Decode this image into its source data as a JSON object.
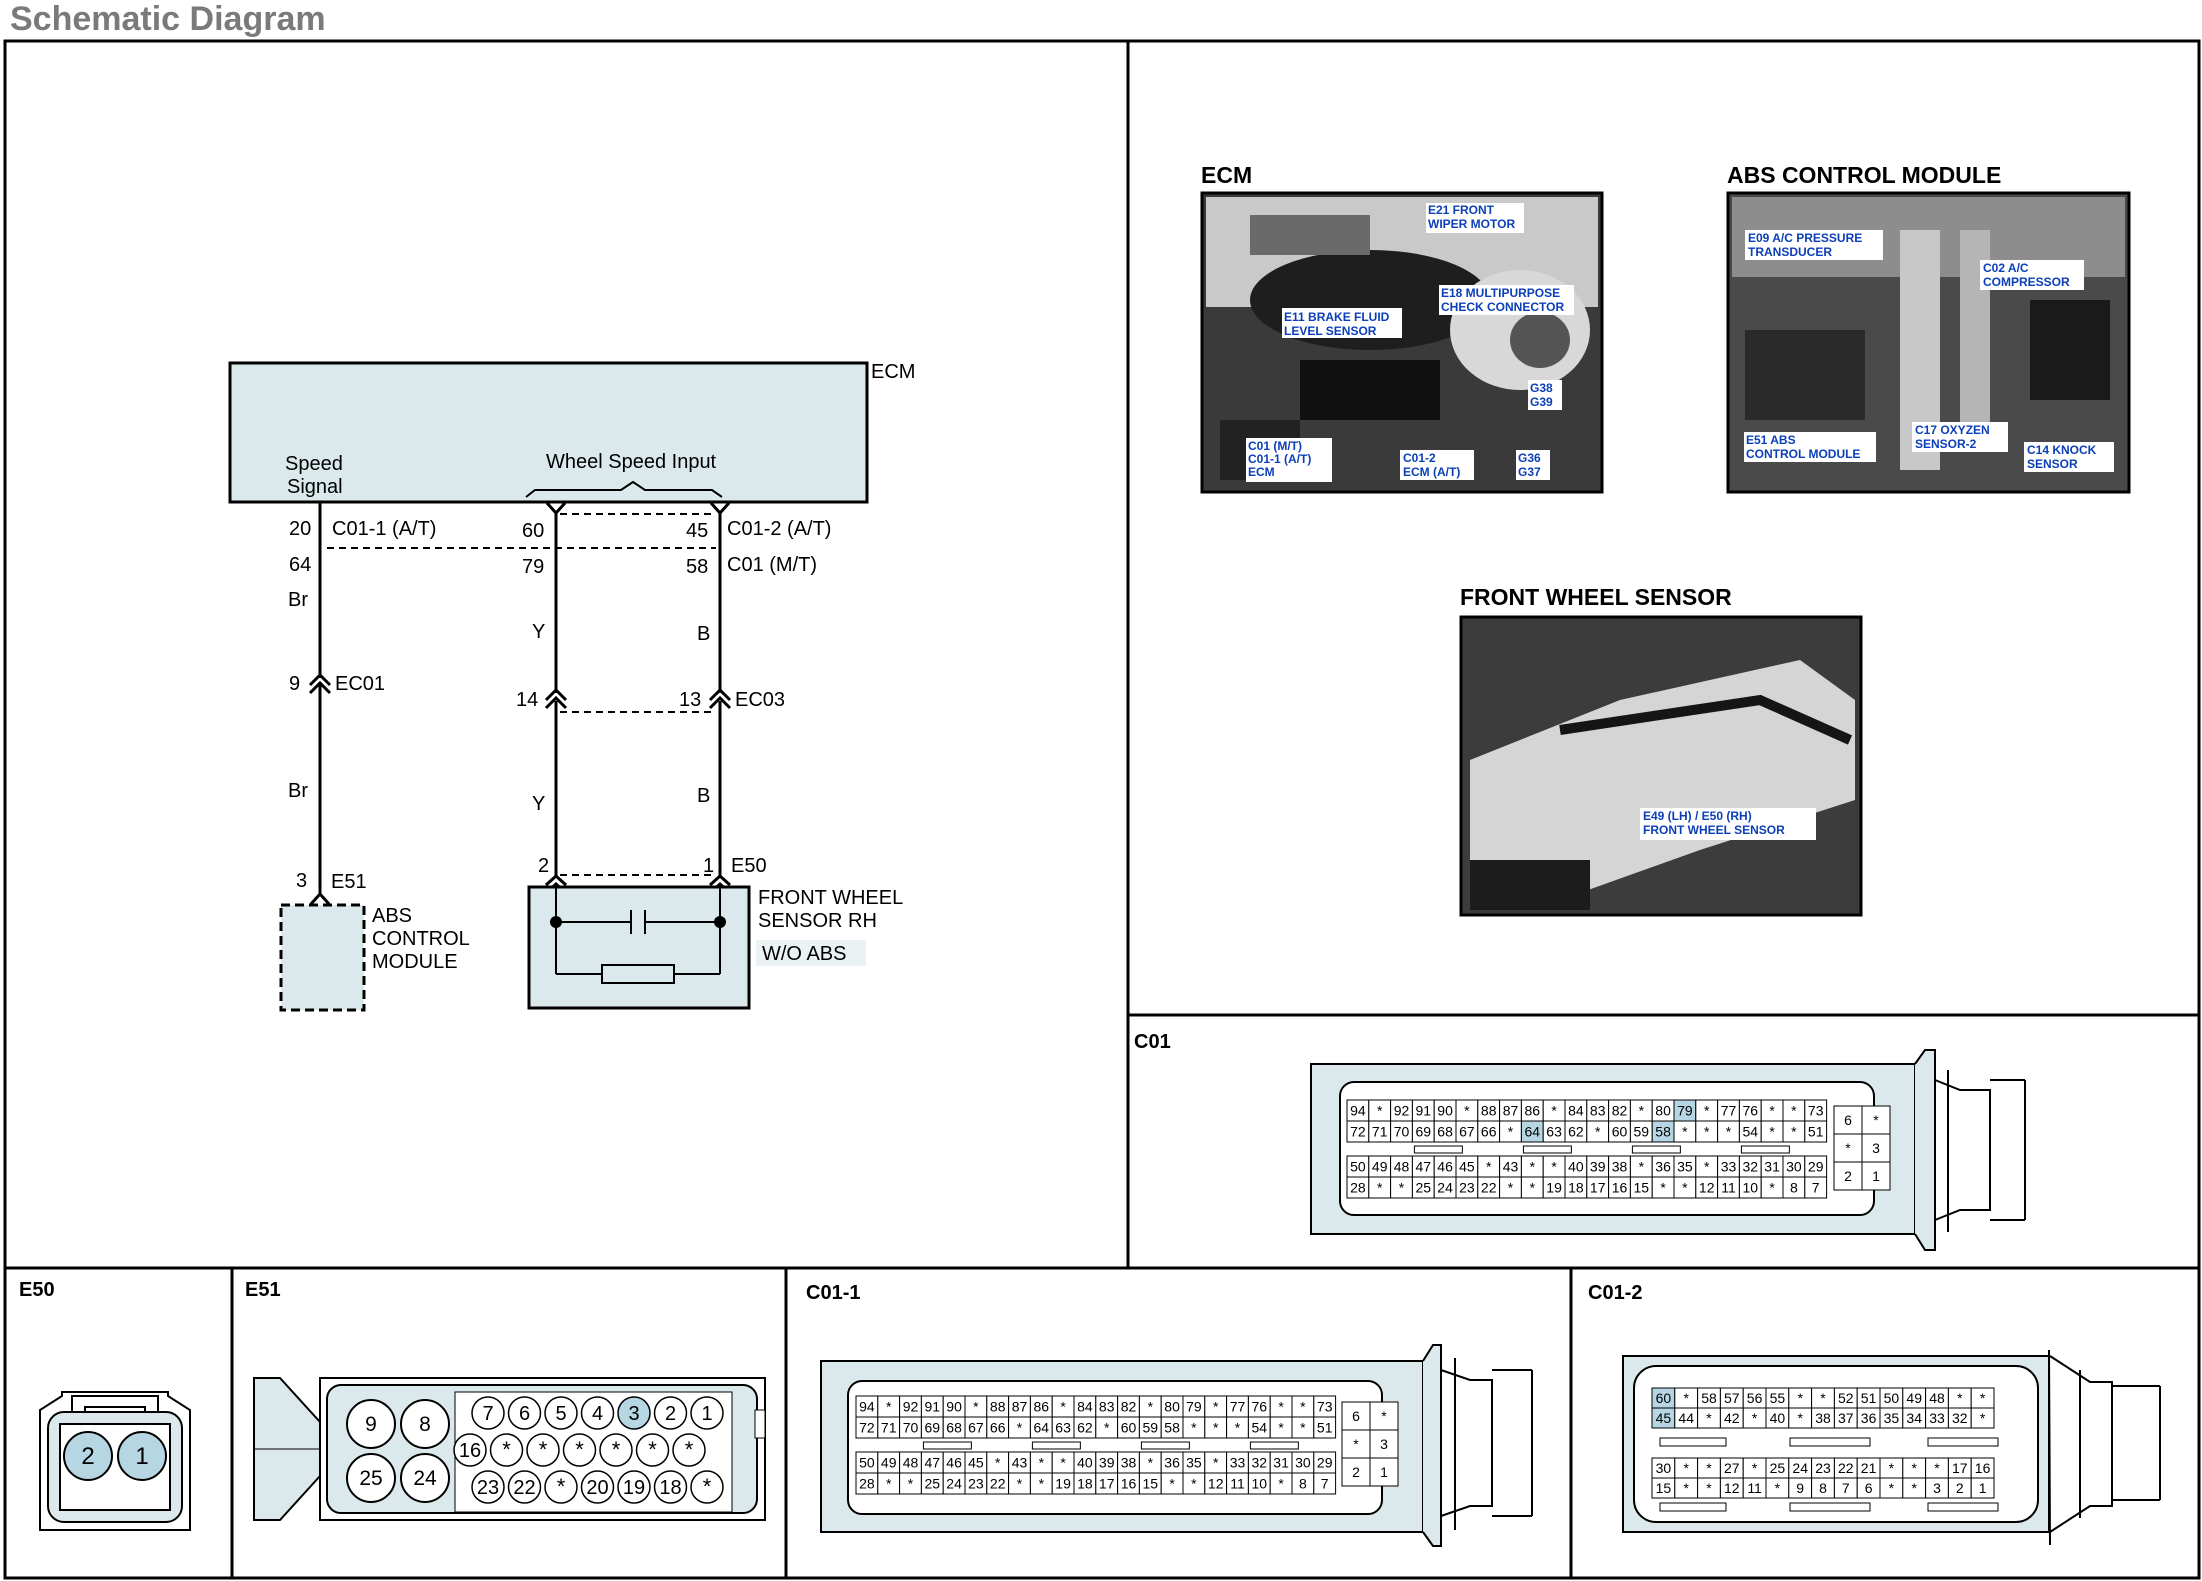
{
  "page": {
    "title": "Schematic Diagram"
  },
  "schematic": {
    "ecm": {
      "name": "ECM",
      "speed_signal": [
        "Speed",
        "Signal"
      ],
      "wheel_speed_input": "Wheel Speed Input"
    },
    "pins": {
      "p20": "20",
      "c01_1_at": "C01-1 (A/T)",
      "p64": "64",
      "p60": "60",
      "p79": "79",
      "p45": "45",
      "c01_2_at": "C01-2 (A/T)",
      "p58": "58",
      "c01_mt": "C01 (M/T)",
      "p9": "9",
      "ec01": "EC01",
      "p14": "14",
      "p13": "13",
      "ec03": "EC03",
      "p3": "3",
      "e51": "E51",
      "p2": "2",
      "p1": "1",
      "e50": "E50"
    },
    "wire_colors": {
      "br1": "Br",
      "br2": "Br",
      "y1": "Y",
      "y2": "Y",
      "b1": "B",
      "b2": "B"
    },
    "abs_module": [
      "ABS",
      "CONTROL",
      "MODULE"
    ],
    "front_wheel_sensor": [
      "FRONT WHEEL",
      "SENSOR RH"
    ],
    "wo_abs": "W/O ABS"
  },
  "photos": {
    "ecm": {
      "title": "ECM",
      "callouts": {
        "e21": [
          "E21 FRONT",
          "WIPER MOTOR"
        ],
        "e18": [
          "E18 MULTIPURPOSE",
          "CHECK CONNECTOR"
        ],
        "e11": [
          "E11 BRAKE FLUID",
          "LEVEL SENSOR"
        ],
        "g38": [
          "G38",
          "G39"
        ],
        "c01": [
          "C01 (M/T)",
          "C01-1 (A/T)",
          "ECM"
        ],
        "c012": [
          "C01-2",
          "ECM (A/T)"
        ],
        "g36": [
          "G36",
          "G37"
        ]
      }
    },
    "abs": {
      "title": "ABS CONTROL MODULE",
      "callouts": {
        "e09": [
          "E09 A/C PRESSURE",
          "TRANSDUCER"
        ],
        "c02": [
          "C02 A/C",
          "COMPRESSOR"
        ],
        "e51": [
          "E51 ABS",
          "CONTROL MODULE"
        ],
        "c17": [
          "C17 OXYZEN",
          "SENSOR-2"
        ],
        "c14": [
          "C14 KNOCK",
          "SENSOR"
        ]
      }
    },
    "fws": {
      "title": "FRONT WHEEL SENSOR",
      "callouts": {
        "e49": [
          "E49 (LH) / E50 (RH)",
          "FRONT WHEEL SENSOR"
        ]
      }
    }
  },
  "connectors": {
    "c01": {
      "label": "C01",
      "rows": [
        [
          "94",
          "*",
          "92",
          "91",
          "90",
          "*",
          "88",
          "87",
          "86",
          "*",
          "84",
          "83",
          "82",
          "*",
          "80",
          "79",
          "*",
          "77",
          "76",
          "*",
          "*",
          "73"
        ],
        [
          "72",
          "71",
          "70",
          "69",
          "68",
          "67",
          "66",
          "*",
          "64",
          "63",
          "62",
          "*",
          "60",
          "59",
          "58",
          "*",
          "*",
          "*",
          "54",
          "*",
          "*",
          "51"
        ],
        [
          "50",
          "49",
          "48",
          "47",
          "46",
          "45",
          "*",
          "43",
          "*",
          "*",
          "40",
          "39",
          "38",
          "*",
          "36",
          "35",
          "*",
          "33",
          "32",
          "31",
          "30",
          "29"
        ],
        [
          "28",
          "*",
          "*",
          "25",
          "24",
          "23",
          "22",
          "*",
          "*",
          "19",
          "18",
          "17",
          "16",
          "15",
          "*",
          "*",
          "12",
          "11",
          "10",
          "*",
          "8",
          "7"
        ]
      ],
      "side": [
        [
          "6",
          "*"
        ],
        [
          "*",
          "3"
        ],
        [
          "2",
          "1"
        ]
      ],
      "highlight": [
        "64",
        "58",
        "79"
      ]
    },
    "e50": {
      "label": "E50",
      "pins": [
        "2",
        "1"
      ]
    },
    "e51": {
      "label": "E51",
      "big": [
        "9",
        "8",
        "25",
        "24"
      ],
      "row1": [
        "7",
        "6",
        "5",
        "4",
        "3",
        "2",
        "1"
      ],
      "row2": [
        "16",
        "*",
        "*",
        "*",
        "*",
        "*",
        "*"
      ],
      "row3": [
        "23",
        "22",
        "*",
        "20",
        "19",
        "18",
        "*"
      ],
      "highlight": [
        "3"
      ]
    },
    "c01_1": {
      "label": "C01-1",
      "rows": [
        [
          "94",
          "*",
          "92",
          "91",
          "90",
          "*",
          "88",
          "87",
          "86",
          "*",
          "84",
          "83",
          "82",
          "*",
          "80",
          "79",
          "*",
          "77",
          "76",
          "*",
          "*",
          "73"
        ],
        [
          "72",
          "71",
          "70",
          "69",
          "68",
          "67",
          "66",
          "*",
          "64",
          "63",
          "62",
          "*",
          "60",
          "59",
          "58",
          "*",
          "*",
          "*",
          "54",
          "*",
          "*",
          "51"
        ],
        [
          "50",
          "49",
          "48",
          "47",
          "46",
          "45",
          "*",
          "43",
          "*",
          "*",
          "40",
          "39",
          "38",
          "*",
          "36",
          "35",
          "*",
          "33",
          "32",
          "31",
          "30",
          "29"
        ],
        [
          "28",
          "*",
          "*",
          "25",
          "24",
          "23",
          "22",
          "*",
          "*",
          "19",
          "18",
          "17",
          "16",
          "15",
          "*",
          "*",
          "12",
          "11",
          "10",
          "*",
          "8",
          "7"
        ]
      ],
      "side": [
        [
          "6",
          "*"
        ],
        [
          "*",
          "3"
        ],
        [
          "2",
          "1"
        ]
      ],
      "highlight": [
        "20"
      ]
    },
    "c01_2": {
      "label": "C01-2",
      "rows": [
        [
          "60",
          "*",
          "58",
          "57",
          "56",
          "55",
          "*",
          "*",
          "52",
          "51",
          "50",
          "49",
          "48",
          "*",
          "*"
        ],
        [
          "45",
          "44",
          "*",
          "42",
          "*",
          "40",
          "*",
          "38",
          "37",
          "36",
          "35",
          "34",
          "33",
          "32",
          "*"
        ],
        [
          "30",
          "*",
          "*",
          "27",
          "*",
          "25",
          "24",
          "23",
          "22",
          "21",
          "*",
          "*",
          "*",
          "17",
          "16"
        ],
        [
          "15",
          "*",
          "*",
          "12",
          "11",
          "*",
          "9",
          "8",
          "7",
          "6",
          "*",
          "*",
          "3",
          "2",
          "1"
        ]
      ],
      "highlight": [
        "60",
        "45"
      ]
    }
  },
  "colors": {
    "fill": "#dce9ec",
    "pin_hl": "#b7d6e3",
    "line": "#000000",
    "label_blue": "#0b3fb8"
  }
}
